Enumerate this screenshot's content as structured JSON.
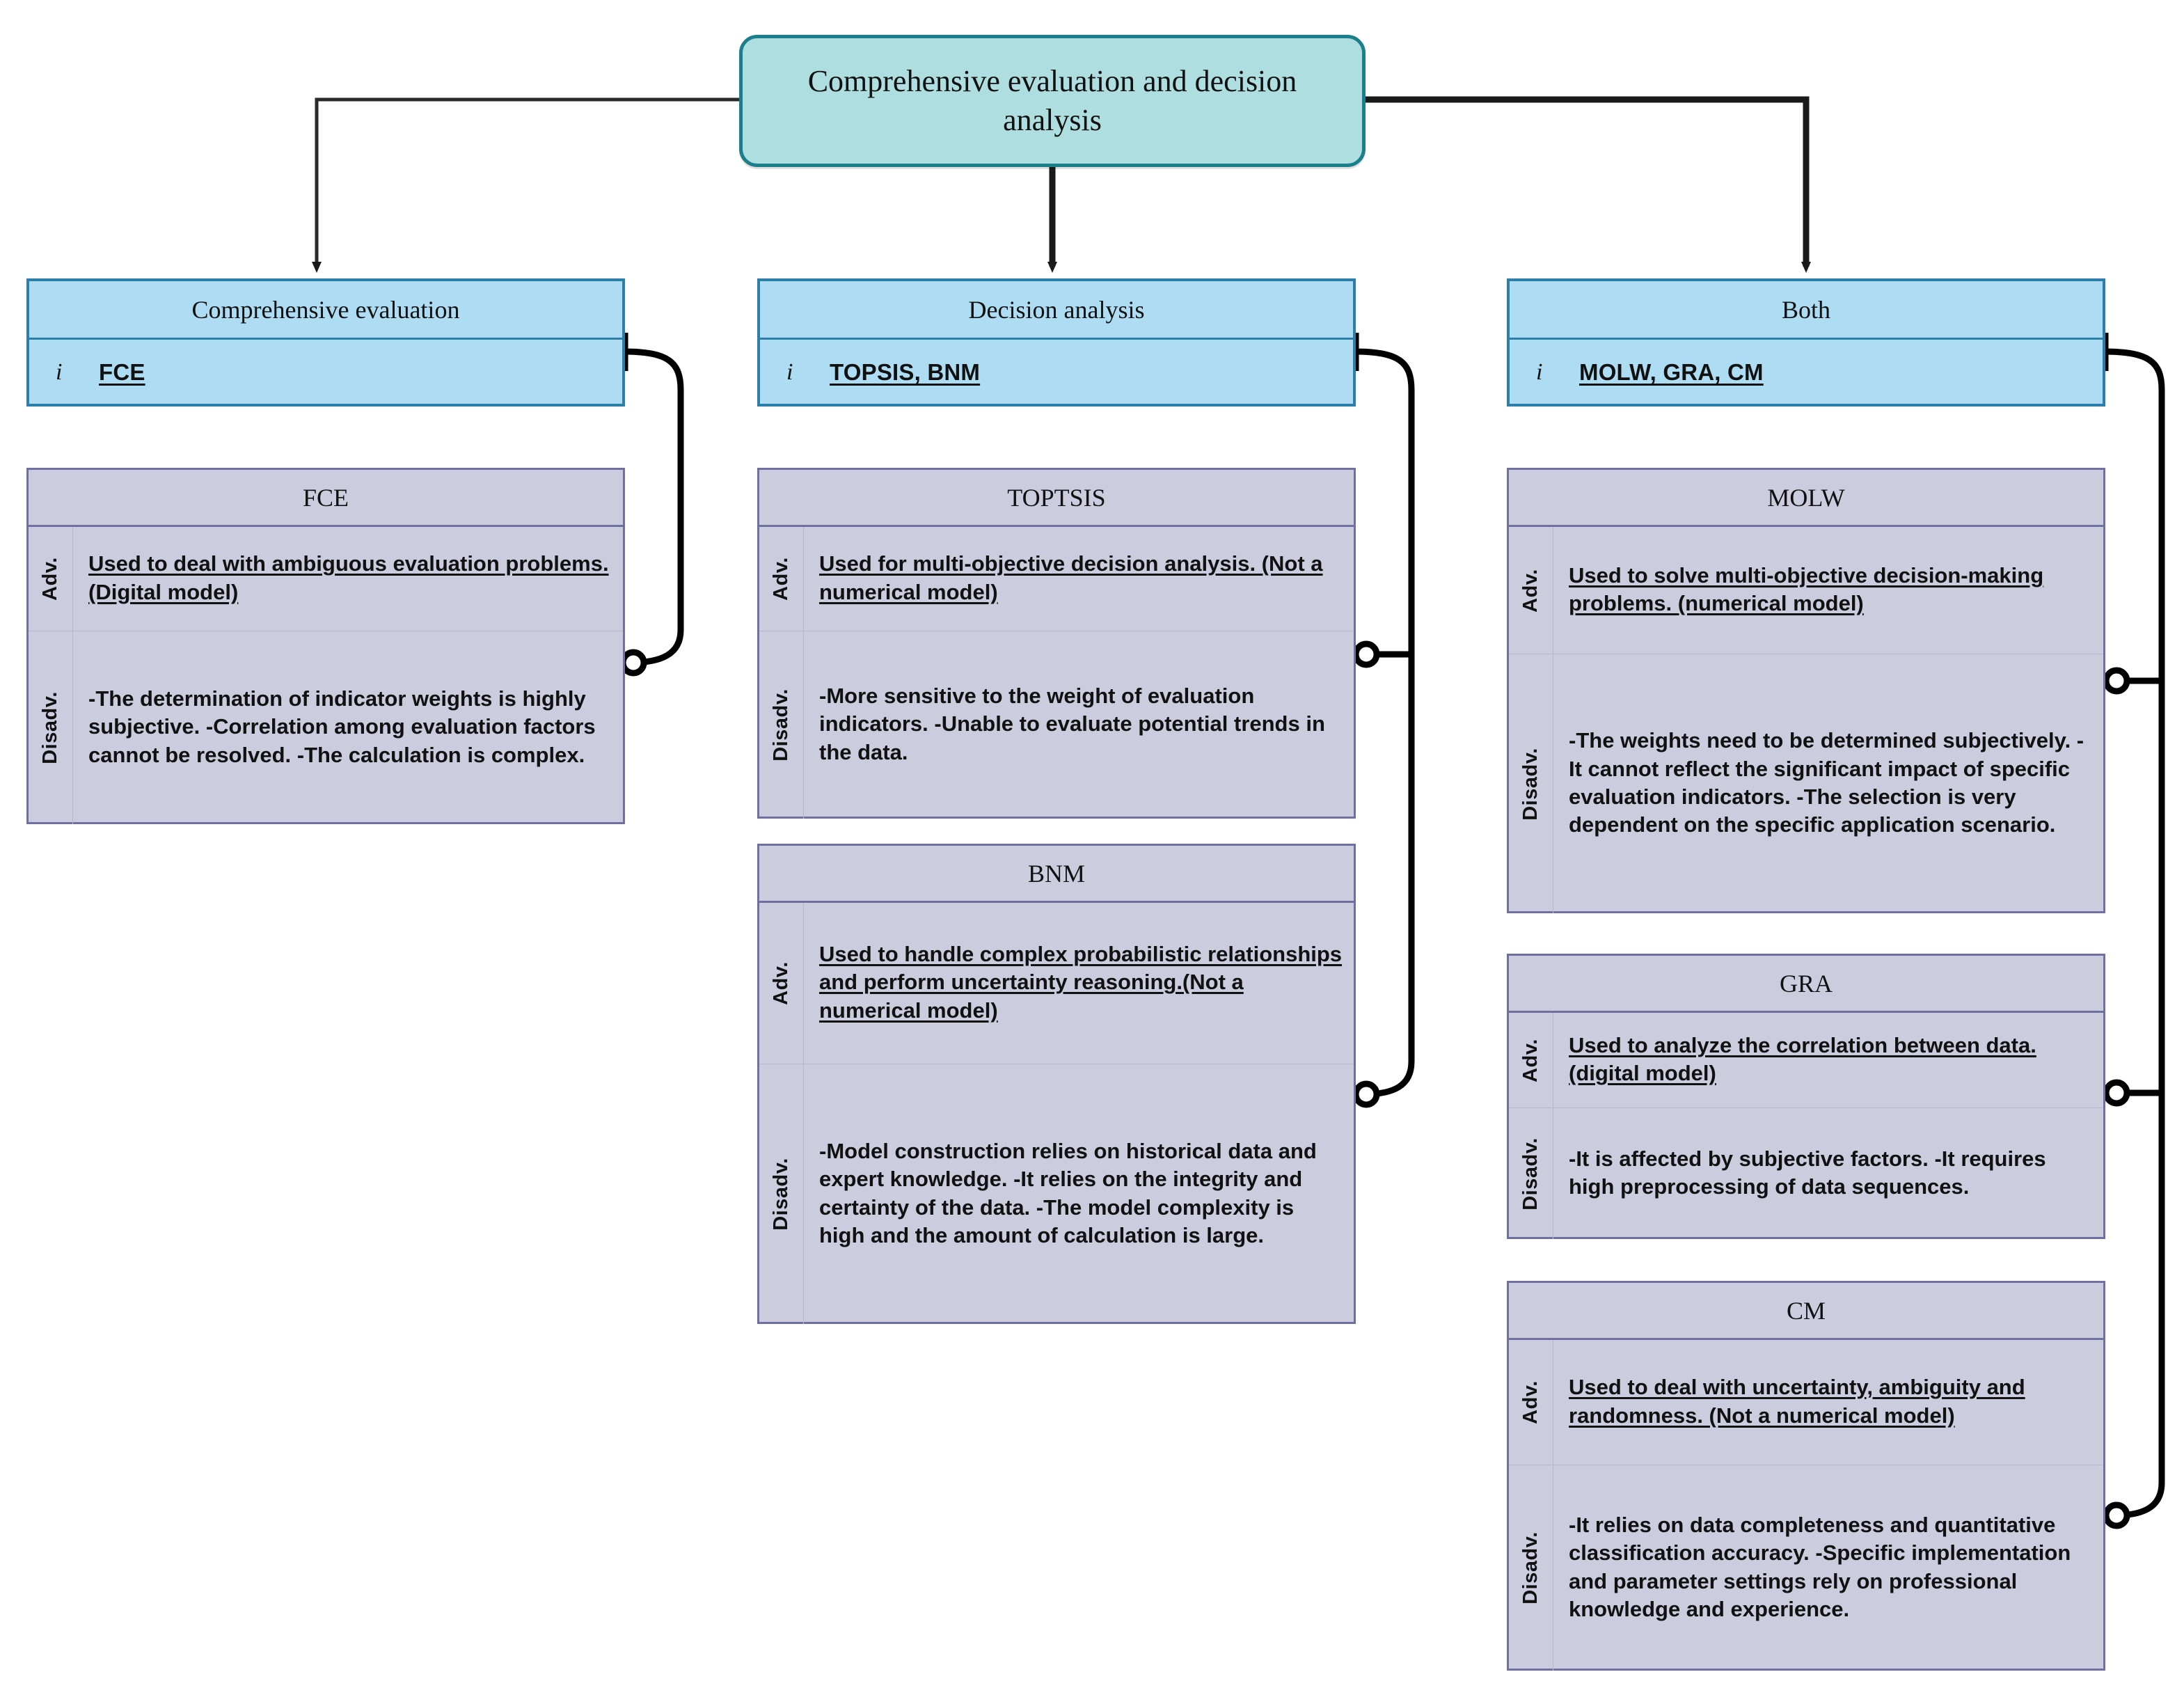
{
  "root": {
    "title": "Comprehensive evaluation and decision analysis"
  },
  "labels": {
    "adv": "Adv.",
    "disadv": "Disadv.",
    "info_icon": "i"
  },
  "colors": {
    "root_fill": "#aededf",
    "root_border": "#1b7f8c",
    "category_fill": "#aedcf2",
    "category_border": "#2b7fa8",
    "card_fill": "#ccccdf",
    "card_border": "#6f6fa0",
    "connector": "#000000",
    "arrow": "#1a1a1a"
  },
  "columns": [
    {
      "id": "comprehensive-evaluation",
      "category": {
        "title": "Comprehensive evaluation",
        "methods": "FCE"
      },
      "cards": [
        {
          "id": "fce",
          "title": "FCE",
          "adv": "Used to deal with ambiguous evaluation problems.(Digital model)",
          "disadv": "-The determination of indicator weights is highly subjective. -Correlation among evaluation factors cannot be resolved. -The calculation is complex."
        }
      ]
    },
    {
      "id": "decision-analysis",
      "category": {
        "title": "Decision analysis",
        "methods": "TOPSIS, BNM"
      },
      "cards": [
        {
          "id": "toptsis",
          "title": "TOPTSIS",
          "adv": "Used for multi-objective decision analysis. (Not a numerical model)",
          "disadv": "-More sensitive to the weight of evaluation indicators. -Unable to evaluate potential trends in the data."
        },
        {
          "id": "bnm",
          "title": "BNM",
          "adv": "Used to handle complex probabilistic relationships and perform uncertainty reasoning.(Not a numerical model)",
          "disadv": "-Model construction relies on historical data and expert knowledge. -It relies on the integrity and certainty of the data. -The model complexity is high and the amount of calculation is large."
        }
      ]
    },
    {
      "id": "both",
      "category": {
        "title": "Both",
        "methods": "MOLW, GRA, CM"
      },
      "cards": [
        {
          "id": "molw",
          "title": "MOLW",
          "adv": "Used to solve multi-objective decision-making problems. (numerical model)",
          "disadv": "-The weights need to be determined subjectively. -It cannot reflect the significant impact of specific evaluation indicators. -The selection is very dependent on the specific application scenario."
        },
        {
          "id": "gra",
          "title": "GRA",
          "adv": "Used to analyze the correlation between data.(digital model)",
          "disadv": "-It is affected by subjective factors. -It requires high preprocessing of data sequences."
        },
        {
          "id": "cm",
          "title": "CM",
          "adv": "Used to deal with uncertainty, ambiguity and randomness. (Not a numerical model)",
          "disadv": "-It relies on data completeness and quantitative classification accuracy. -Specific implementation and parameter settings rely on professional knowledge and experience."
        }
      ]
    }
  ]
}
